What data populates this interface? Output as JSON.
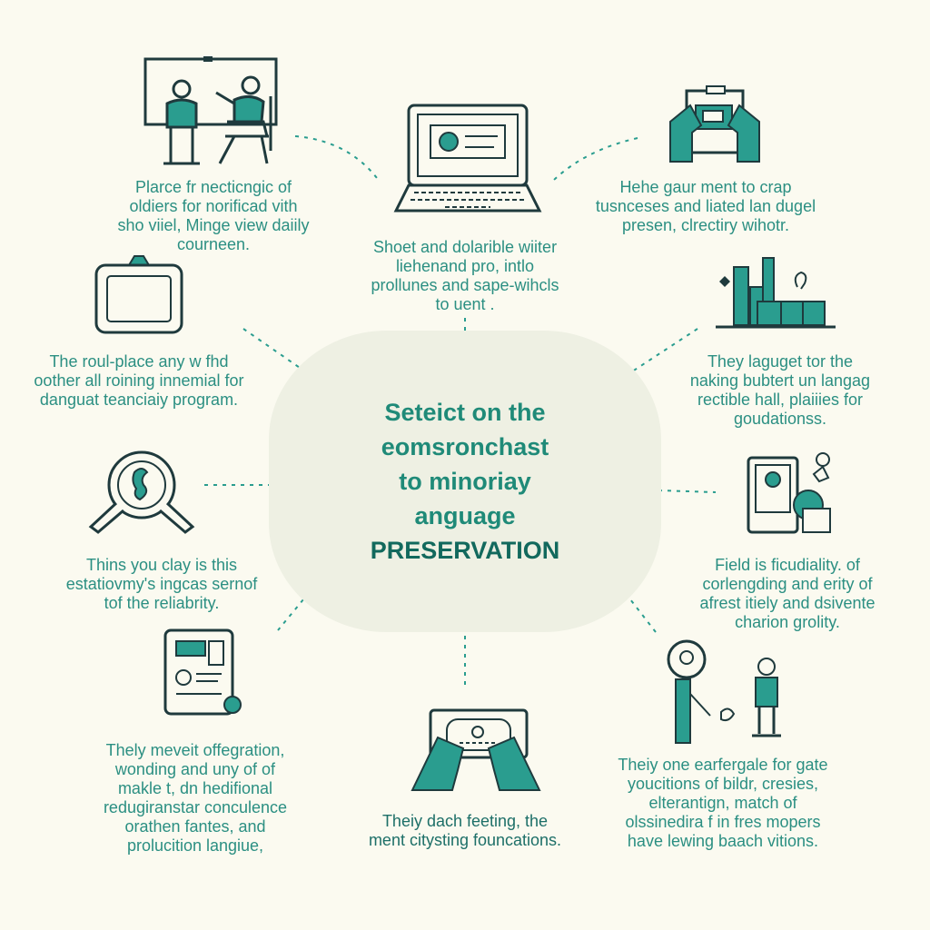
{
  "colors": {
    "background": "#fbfaf0",
    "teal": "#2a9d8f",
    "dark": "#1f3a3d",
    "text": "#2b8f82",
    "hub": "#eef0e3"
  },
  "center": {
    "lines": [
      "Seteict on the",
      "eomsronchast",
      "to minoriay",
      "anguage",
      "PRESERVATION"
    ]
  },
  "nodes": [
    {
      "id": "top-left",
      "icon": "presentation-icon",
      "lines": [
        "Plarce fr necticngic of",
        "oldiers for norificad  vith",
        "sho viiel, Minge view daiily",
        "courneen."
      ]
    },
    {
      "id": "top-center",
      "icon": "laptop-icon",
      "lines": [
        "Shoet and dolarible wiiter",
        "liehenand pro, intlo",
        "prollunes and sape-wihcls",
        "to uent ."
      ]
    },
    {
      "id": "top-right",
      "icon": "tablet-hands-icon",
      "lines": [
        "Hehe gaur ment to crap",
        "tusnceses and liated lan dugel",
        "presen, clrectiry wihotr."
      ]
    },
    {
      "id": "mid-left",
      "icon": "board-icon",
      "lines": [
        "The roul-place any w fhd",
        "oother all roining innemial for",
        "danguat teanciaiy program."
      ]
    },
    {
      "id": "mid-right",
      "icon": "city-icon",
      "lines": [
        "They laguget tor the",
        "naking  bubtert un langag",
        "rectible hall, plaiiies for",
        "goudationss."
      ]
    },
    {
      "id": "left",
      "icon": "magnifier-icon",
      "lines": [
        "Thins you clay is this",
        "estatiovmy's ingcas sernof",
        "tof the reliabrity."
      ]
    },
    {
      "id": "right",
      "icon": "phone-person-icon",
      "lines": [
        "Field is ficudiality. of",
        "corlengding and erity of",
        "afrest itiely and dsivente",
        "charion grolity."
      ]
    },
    {
      "id": "bottom-left",
      "icon": "tablet-icon",
      "lines": [
        "Thely meveit offegration,",
        "wonding and uny of of",
        "makle t, dn hedifional",
        "redugiranstar conculence",
        "orathen fantes, and",
        "prolucition langiue,"
      ]
    },
    {
      "id": "bottom-center",
      "icon": "hands-device-icon",
      "lines": [
        "Theiy dach feeting, the",
        "ment citysting founcations."
      ]
    },
    {
      "id": "bottom-right",
      "icon": "teacher-child-icon",
      "lines": [
        "Theiy one earfergale for gate",
        "youcitions of bildr, cresies,",
        "elterantign, match of",
        "olssinedira f in fres mopers",
        "have lewing baach vitions."
      ]
    }
  ]
}
